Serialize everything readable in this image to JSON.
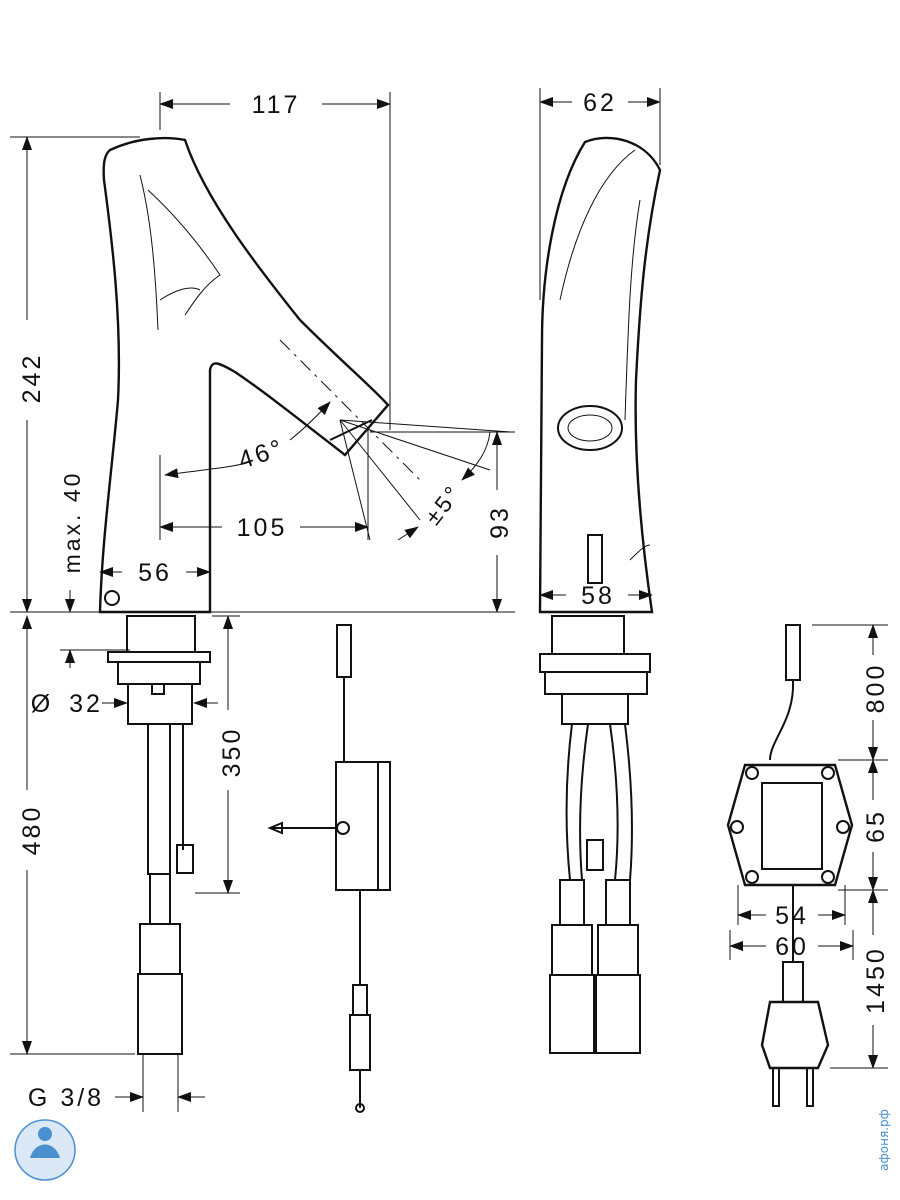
{
  "dimensions": {
    "top_width": "117",
    "side_width": "62",
    "height": "242",
    "spray_angle": "46°",
    "spray_tolerance": "±5°",
    "reach": "105",
    "spout_height": "93",
    "max_40": "max. 40",
    "base_56": "56",
    "base_58": "58",
    "diameter_symbol": "Ø",
    "diameter_value": "32",
    "length_350": "350",
    "length_480": "480",
    "thread": "G 3/8",
    "cable_800": "800",
    "box_65": "65",
    "box_54": "54",
    "box_60": "60",
    "cable_1450": "1450"
  },
  "watermark": "афоня.рф",
  "colors": {
    "line": "#111111",
    "watermark": "#4a8fd0"
  }
}
